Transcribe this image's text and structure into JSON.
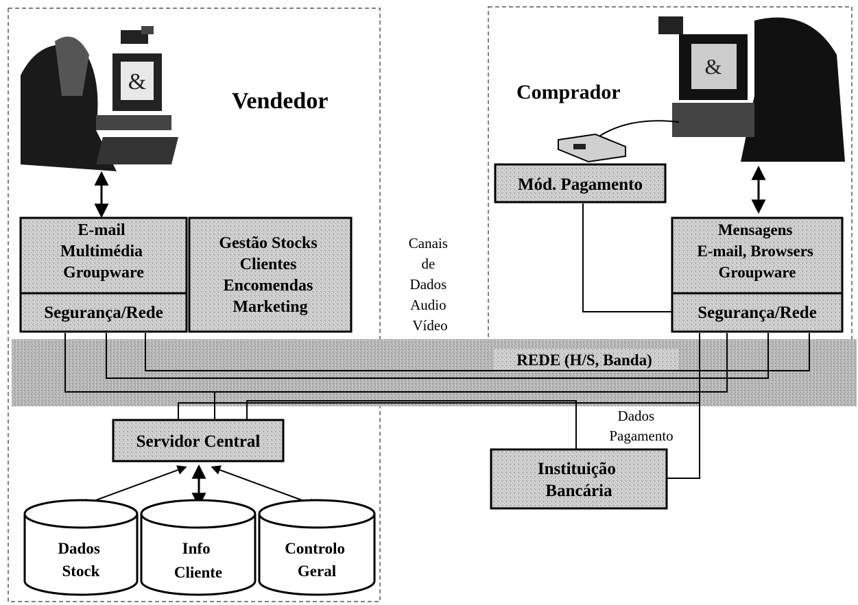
{
  "seller": {
    "title": "Vendedor"
  },
  "buyer": {
    "title": "Comprador"
  },
  "payment_module": {
    "label": "Mód. Pagamento"
  },
  "seller_apps": {
    "lines": [
      "E-mail",
      "Multimédia",
      "Groupware"
    ]
  },
  "seller_business": {
    "lines": [
      "Gestão Stocks",
      "Clientes",
      "Encomendas",
      "Marketing"
    ]
  },
  "seller_security": {
    "label": "Segurança/Rede"
  },
  "buyer_apps": {
    "lines": [
      "Mensagens",
      "E-mail, Browsers",
      "Groupware"
    ]
  },
  "buyer_security": {
    "label": "Segurança/Rede"
  },
  "channels": {
    "lines": [
      "Canais",
      "de",
      "Dados",
      "Audio",
      "Vídeo"
    ]
  },
  "network": {
    "label": "REDE (H/S, Banda)"
  },
  "central_server": {
    "label": "Servidor Central"
  },
  "payment_data": {
    "lines": [
      "Dados",
      "Pagamento"
    ]
  },
  "bank": {
    "lines": [
      "Instituição",
      "Bancária"
    ]
  },
  "databases": [
    {
      "lines": [
        "Dados",
        "Stock"
      ]
    },
    {
      "lines": [
        "Info",
        "Cliente"
      ]
    },
    {
      "lines": [
        "Controlo",
        "Geral"
      ]
    }
  ],
  "colors": {
    "box_fill": "#c8c8c8",
    "network_fill": "#bdbdbd",
    "line": "#000000"
  }
}
